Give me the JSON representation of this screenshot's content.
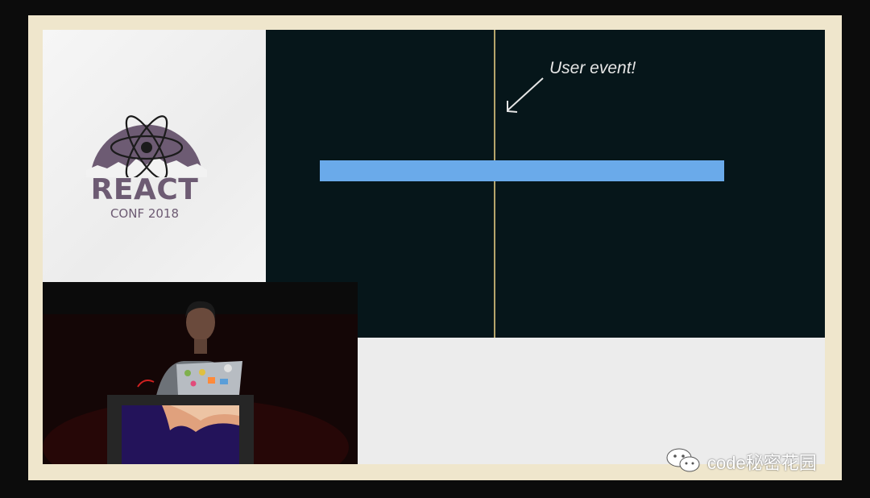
{
  "logo": {
    "title": "REACT",
    "subtitle": "CONF 2018"
  },
  "slide": {
    "annotation": "User event!"
  },
  "watermark": {
    "text": "code秘密花园",
    "icon": "wechat-icon"
  },
  "colors": {
    "slide_bg": "#06161a",
    "bar": "#6aaaea",
    "timeline": "#b5a56b",
    "logo_purple": "#6d5b73",
    "frame": "#efe6cc"
  }
}
